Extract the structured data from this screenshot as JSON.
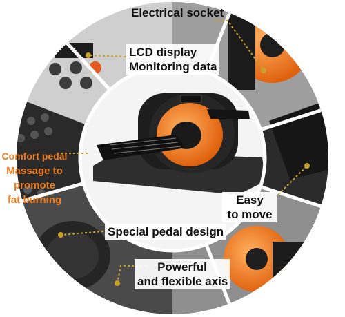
{
  "labels": {
    "electrical_socket": "Electrical socket",
    "lcd_display": [
      "LCD display",
      "Monitoring data"
    ],
    "comfort_pedal": [
      "Comfort pedal",
      "Massage to",
      "promote",
      "fat burning"
    ],
    "easy_to_move": [
      "Easy",
      "to move"
    ],
    "special_pedal": "Special pedal design",
    "powerful_axis": [
      "Powerful",
      "and flexible axis"
    ]
  },
  "colors": {
    "accent_orange": "#f07c1e",
    "machine_black": "#1b1b1b",
    "panel_gray": "#3a3a3a",
    "callout_dash": "#c8a02a"
  },
  "icons": [
    "power-button-icon",
    "dashed-arrow-icon"
  ]
}
